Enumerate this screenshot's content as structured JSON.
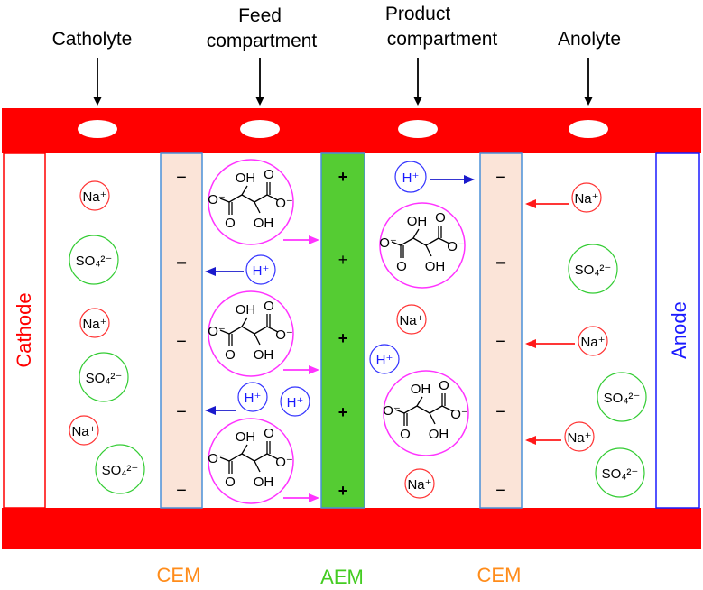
{
  "inlets": [
    {
      "lines": [
        "Catholyte"
      ]
    },
    {
      "lines": [
        "Feed",
        "compartment"
      ]
    },
    {
      "lines": [
        "Product",
        "compartment"
      ]
    },
    {
      "lines": [
        "Anolyte"
      ]
    }
  ],
  "electrodes": {
    "cathode": "Cathode",
    "anode": "Anode"
  },
  "membranes": {
    "cem_left": "CEM",
    "aem": "AEM",
    "cem_right": "CEM",
    "minus": "−",
    "plus": "+"
  },
  "ions": {
    "na": "Na⁺",
    "h": "H⁺",
    "so4": "SO₄²⁻"
  },
  "tartrate": {
    "oh_top": "OH",
    "oh_bottom": "OH",
    "o_top": "O",
    "o_bottom": "O",
    "o_minus": "O⁻"
  },
  "colors": {
    "frame_red": "#ff0000",
    "cathode_red": "#ff0000",
    "anode_blue": "#1a1aff",
    "cem_fill": "#fbe4d8",
    "cem_border": "#4a90d9",
    "aem_fill": "#55cc33",
    "cem_label": "#ff8c1a",
    "aem_label": "#44cc22",
    "na_ring": "#ff3333",
    "h_ring": "#3333ff",
    "so4_ring": "#33cc33",
    "tartrate_ring": "#ff33ff",
    "arrow_magenta": "#ff33ff",
    "arrow_blue": "#1a1acc",
    "arrow_red": "#ff1a1a"
  }
}
